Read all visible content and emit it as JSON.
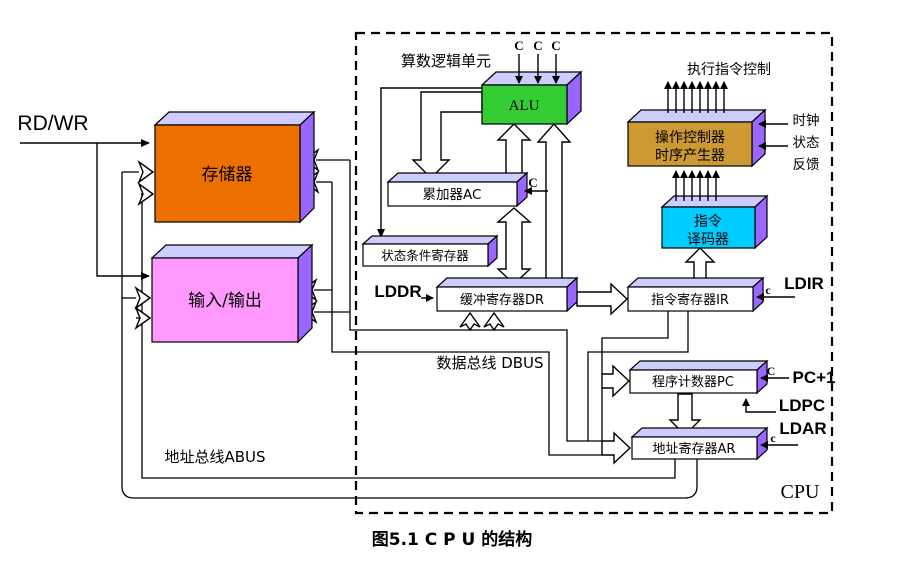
{
  "diagram": {
    "caption": "图5.1  C P U 的结构",
    "cpu_label": "CPU",
    "rd_wr": "RD/WR",
    "alu_unit_label": "算数逻辑单元",
    "exec_control_label": "执行指令控制",
    "data_bus_label": "数据总线 DBUS",
    "address_bus_label": "地址总线ABUS",
    "boxes": {
      "memory": "存储器",
      "io": "输入/输出",
      "alu": "ALU",
      "controller_line1": "操作控制器",
      "controller_line2": "时序产生器",
      "decoder_line1": "指令",
      "decoder_line2": "译码器",
      "accumulator": "累加器AC",
      "status_register": "状态条件寄存器",
      "buffer_register": "缓冲寄存器DR",
      "instruction_register": "指令寄存器IR",
      "program_counter": "程序计数器PC",
      "address_register": "地址寄存器AR"
    },
    "signals": {
      "lddr": "LDDR",
      "ldir": "LDIR",
      "ldpc": "LDPC",
      "ldar": "LDAR",
      "pc_plus1": "PC+1",
      "c_upper": "C",
      "c_lower": "c",
      "clock": "时钟",
      "state": "状态",
      "feedback": "反馈"
    },
    "colors": {
      "memory": "#ee7000",
      "io": "#ff99ff",
      "alu": "#33cc33",
      "controller": "#cc9933",
      "decoder": "#00ccff",
      "box_top": "#ccccff",
      "box_side": "#9966ff",
      "caption": "#cc00cc"
    }
  }
}
